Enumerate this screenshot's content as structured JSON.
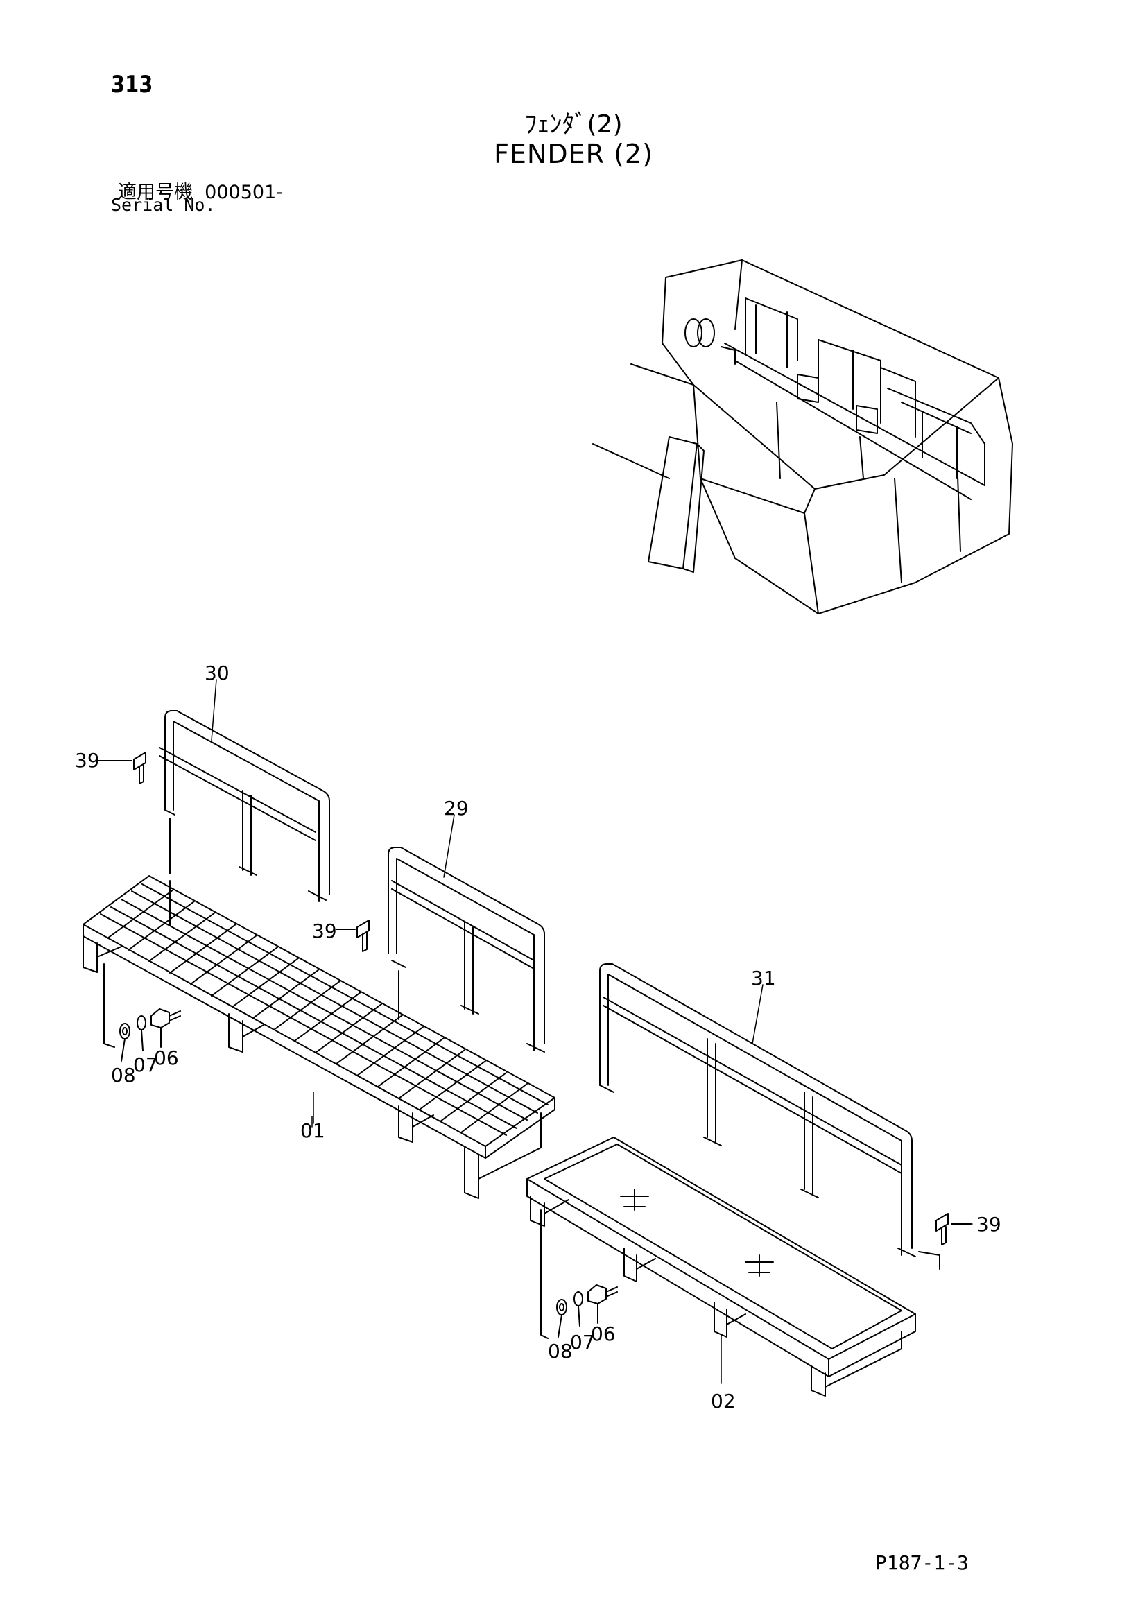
{
  "page_number": "313",
  "title_jp": "ﾌｪﾝﾀﾞ(2)",
  "title_en": "FENDER (2)",
  "serial": {
    "label_jp": "適用号機",
    "value": "000501-",
    "label_en": "Serial No."
  },
  "page_ref": "P187-1-3",
  "callouts": {
    "c30": "30",
    "c39a": "39",
    "c29": "29",
    "c39b": "39",
    "c31": "31",
    "c39c": "39",
    "c08a": "08",
    "c07a": "07",
    "c06a": "06",
    "c01": "01",
    "c08b": "08",
    "c07b": "07",
    "c06b": "06",
    "c02": "02"
  }
}
